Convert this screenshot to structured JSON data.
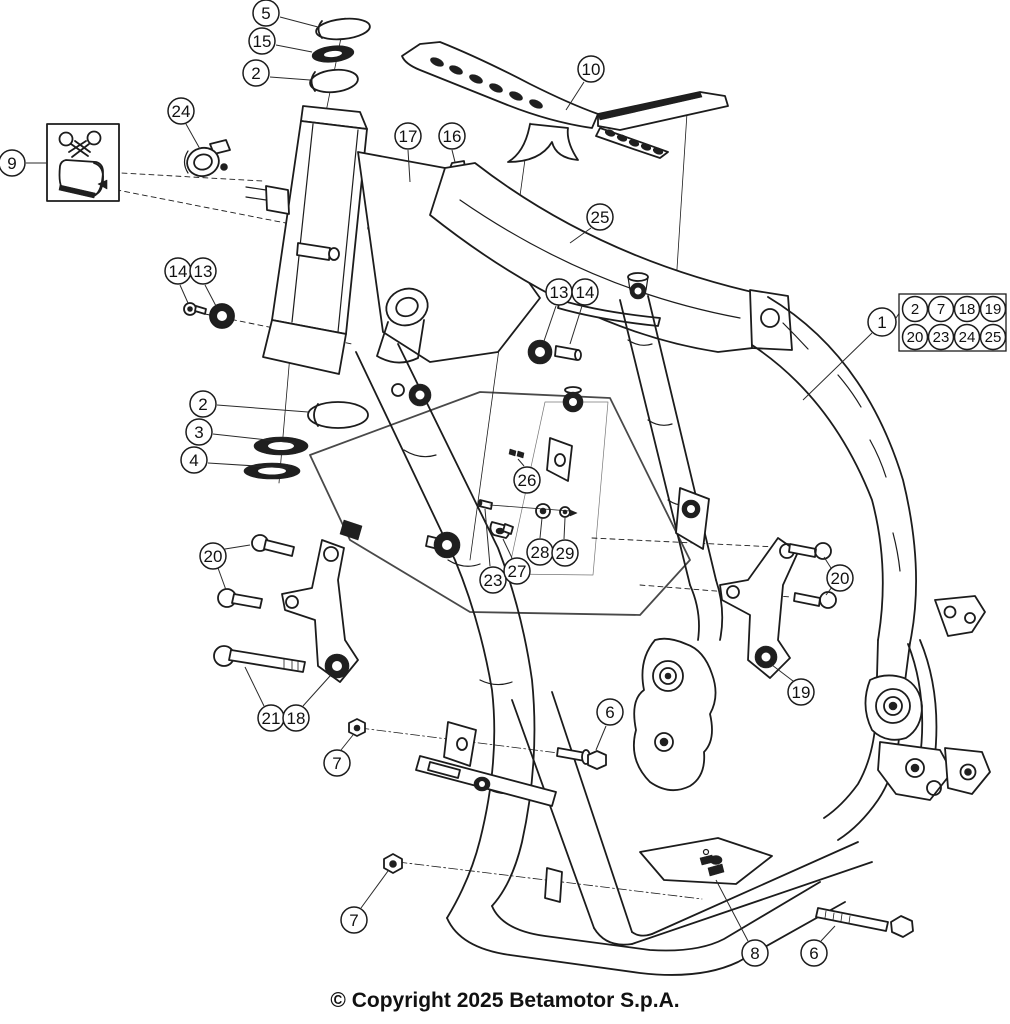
{
  "page": {
    "background": "#ffffff",
    "line_color": "#1c1c1c"
  },
  "footer": {
    "copyright": "© Copyright 2025 Betamotor S.p.A."
  },
  "diagram": {
    "description": "Betamotor frame exploded parts diagram",
    "callouts": [
      {
        "label": "5"
      },
      {
        "label": "15"
      },
      {
        "label": "2"
      },
      {
        "label": "9"
      },
      {
        "label": "24"
      },
      {
        "label": "17"
      },
      {
        "label": "16"
      },
      {
        "label": "10"
      },
      {
        "label": "25"
      },
      {
        "label": "14"
      },
      {
        "label": "13"
      },
      {
        "label": "13"
      },
      {
        "label": "14"
      },
      {
        "label": "1"
      },
      {
        "label": "2"
      },
      {
        "label": "3"
      },
      {
        "label": "4"
      },
      {
        "label": "26"
      },
      {
        "label": "28"
      },
      {
        "label": "29"
      },
      {
        "label": "23"
      },
      {
        "label": "27"
      },
      {
        "label": "20"
      },
      {
        "label": "21"
      },
      {
        "label": "18"
      },
      {
        "label": "7"
      },
      {
        "label": "20"
      },
      {
        "label": "19"
      },
      {
        "label": "6"
      },
      {
        "label": "7"
      },
      {
        "label": "8"
      },
      {
        "label": "6"
      }
    ],
    "reference_box": {
      "label": "1",
      "items": [
        "2",
        "7",
        "18",
        "19",
        "20",
        "23",
        "24",
        "25"
      ]
    }
  }
}
